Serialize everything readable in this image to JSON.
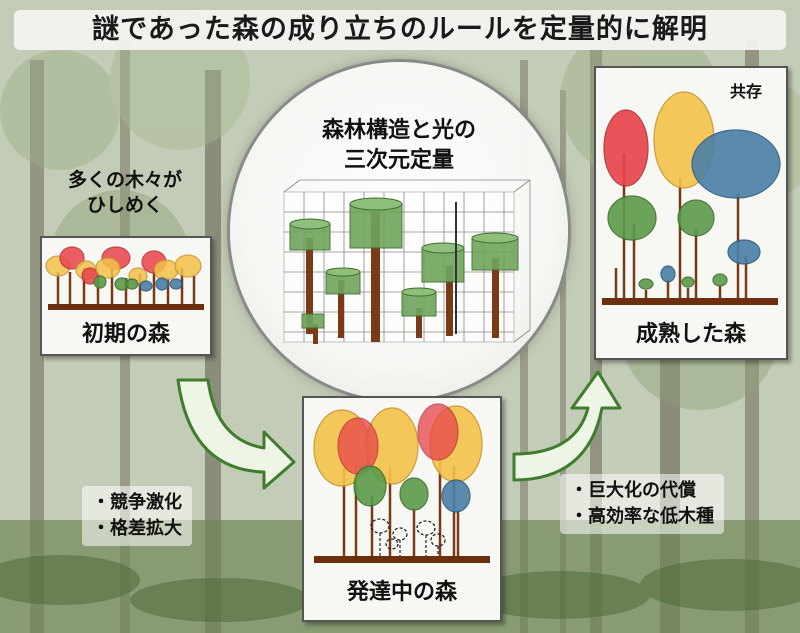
{
  "title": "謎であった森の成り立ちのルールを定量的に解明",
  "initial": {
    "caption": "多くの木々が\nひしめく",
    "label": "初期の森"
  },
  "center": {
    "title": "森林構造と光の\n三次元定量"
  },
  "developing": {
    "label": "発達中の森"
  },
  "mature": {
    "tag": "共存",
    "label": "成熟した森"
  },
  "left_bullets": [
    "・競争激化",
    "・格差拡大"
  ],
  "right_bullets": [
    "・巨大化の代償",
    "・高効率な低木種"
  ],
  "colors": {
    "red": "#e8434a",
    "yellow": "#f4c24a",
    "green": "#5c9a4a",
    "blue": "#4a7fa6",
    "trunk": "#7a3a16",
    "ground": "#6b2f10",
    "arrow_fill": "#eef4e6",
    "arrow_edge": "#3f7d2c"
  }
}
